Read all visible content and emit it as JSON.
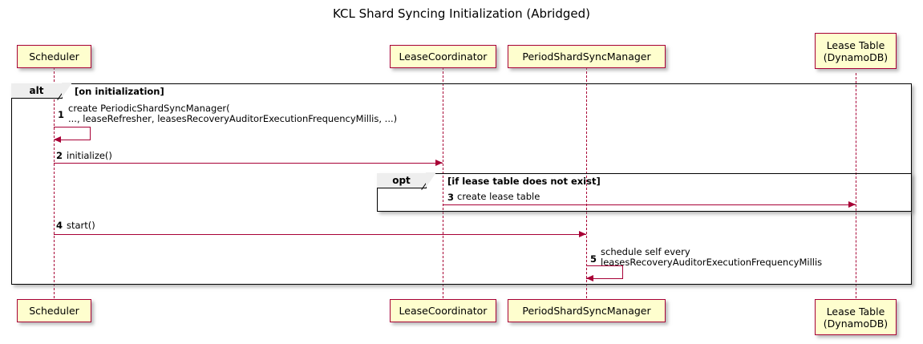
{
  "diagram": {
    "title": "KCL Shard Syncing Initialization (Abridged)",
    "type": "sequence-diagram",
    "colors": {
      "participant_fill": "#FEFECE",
      "participant_border": "#A80036",
      "arrow": "#A80036",
      "fragment_border": "#000000",
      "fragment_label_fill": "#EEEEEE",
      "background": "#FFFFFF"
    }
  },
  "participants": [
    {
      "id": "scheduler",
      "label": "Scheduler"
    },
    {
      "id": "lease_coord",
      "label": "LeaseCoordinator"
    },
    {
      "id": "psm",
      "label": "PeriodShardSyncManager"
    },
    {
      "id": "lease_table",
      "label": "Lease Table\n(DynamoDB)"
    }
  ],
  "participants_footer": [
    {
      "id": "scheduler",
      "label": "Scheduler"
    },
    {
      "id": "lease_coord",
      "label": "LeaseCoordinator"
    },
    {
      "id": "psm",
      "label": "PeriodShardSyncManager"
    },
    {
      "id": "lease_table",
      "label": "Lease Table\n(DynamoDB)"
    }
  ],
  "fragments": [
    {
      "id": "alt-init",
      "kind": "alt",
      "condition": "[on initialization]"
    },
    {
      "id": "opt-create-table",
      "kind": "opt",
      "condition": "[if lease table does not exist]"
    }
  ],
  "messages": [
    {
      "seq": "1",
      "from": "scheduler",
      "to": "scheduler",
      "self": true,
      "label": "create PeriodicShardSyncManager(\n   ..., leaseRefresher, leasesRecoveryAuditorExecutionFrequencyMillis, ...)"
    },
    {
      "seq": "2",
      "from": "scheduler",
      "to": "lease_coord",
      "self": false,
      "label": "initialize()"
    },
    {
      "seq": "3",
      "from": "lease_coord",
      "to": "lease_table",
      "self": false,
      "label": "create lease table"
    },
    {
      "seq": "4",
      "from": "scheduler",
      "to": "psm",
      "self": false,
      "label": "start()"
    },
    {
      "seq": "5",
      "from": "psm",
      "to": "psm",
      "self": true,
      "label": "schedule self every\n   leasesRecoveryAuditorExecutionFrequencyMillis"
    }
  ]
}
